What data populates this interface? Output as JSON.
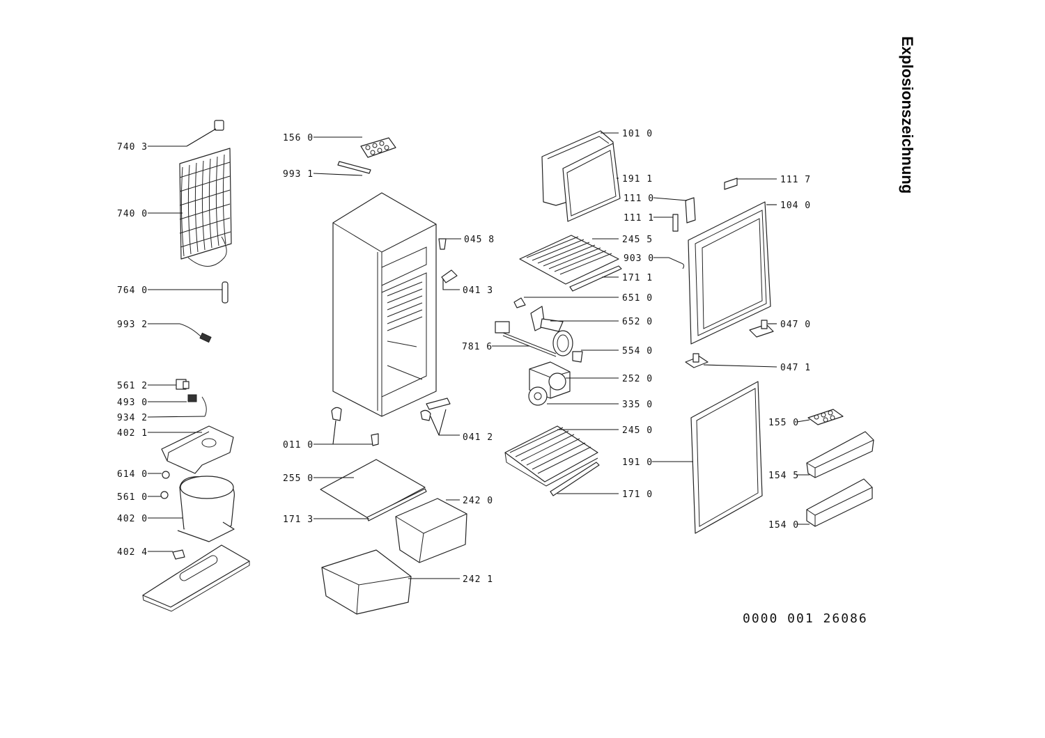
{
  "title": "Explosionszeichnung",
  "drawing_number": "0000 001 26086",
  "parts": {
    "p7403": "740 3",
    "p7400": "740 0",
    "p7640": "764 0",
    "p9932": "993 2",
    "p5612": "561 2",
    "p4930": "493 0",
    "p9342": "934 2",
    "p4021": "402 1",
    "p6140": "614 0",
    "p5610": "561 0",
    "p4020": "402 0",
    "p4024": "402 4",
    "p1560": "156 0",
    "p9931": "993 1",
    "p0458": "045 8",
    "p0413": "041 3",
    "p0110": "011 0",
    "p0412": "041 2",
    "p2550": "255 0",
    "p1713": "171 3",
    "p2420": "242 0",
    "p2421": "242 1",
    "p1010": "101 0",
    "p1911": "191 1",
    "p1110": "111 0",
    "p1111": "111 1",
    "p2455": "245 5",
    "p9030": "903 0",
    "p1711": "171 1",
    "p6510": "651 0",
    "p6520": "652 0",
    "p7816": "781 6",
    "p5540": "554 0",
    "p2520": "252 0",
    "p3350": "335 0",
    "p2450": "245 0",
    "p1910": "191 0",
    "p1710": "171 0",
    "p1117": "111 7",
    "p1040": "104 0",
    "p0470": "047 0",
    "p0471": "047 1",
    "p1550": "155 0",
    "p1545": "154 5",
    "p1540": "154 0"
  }
}
